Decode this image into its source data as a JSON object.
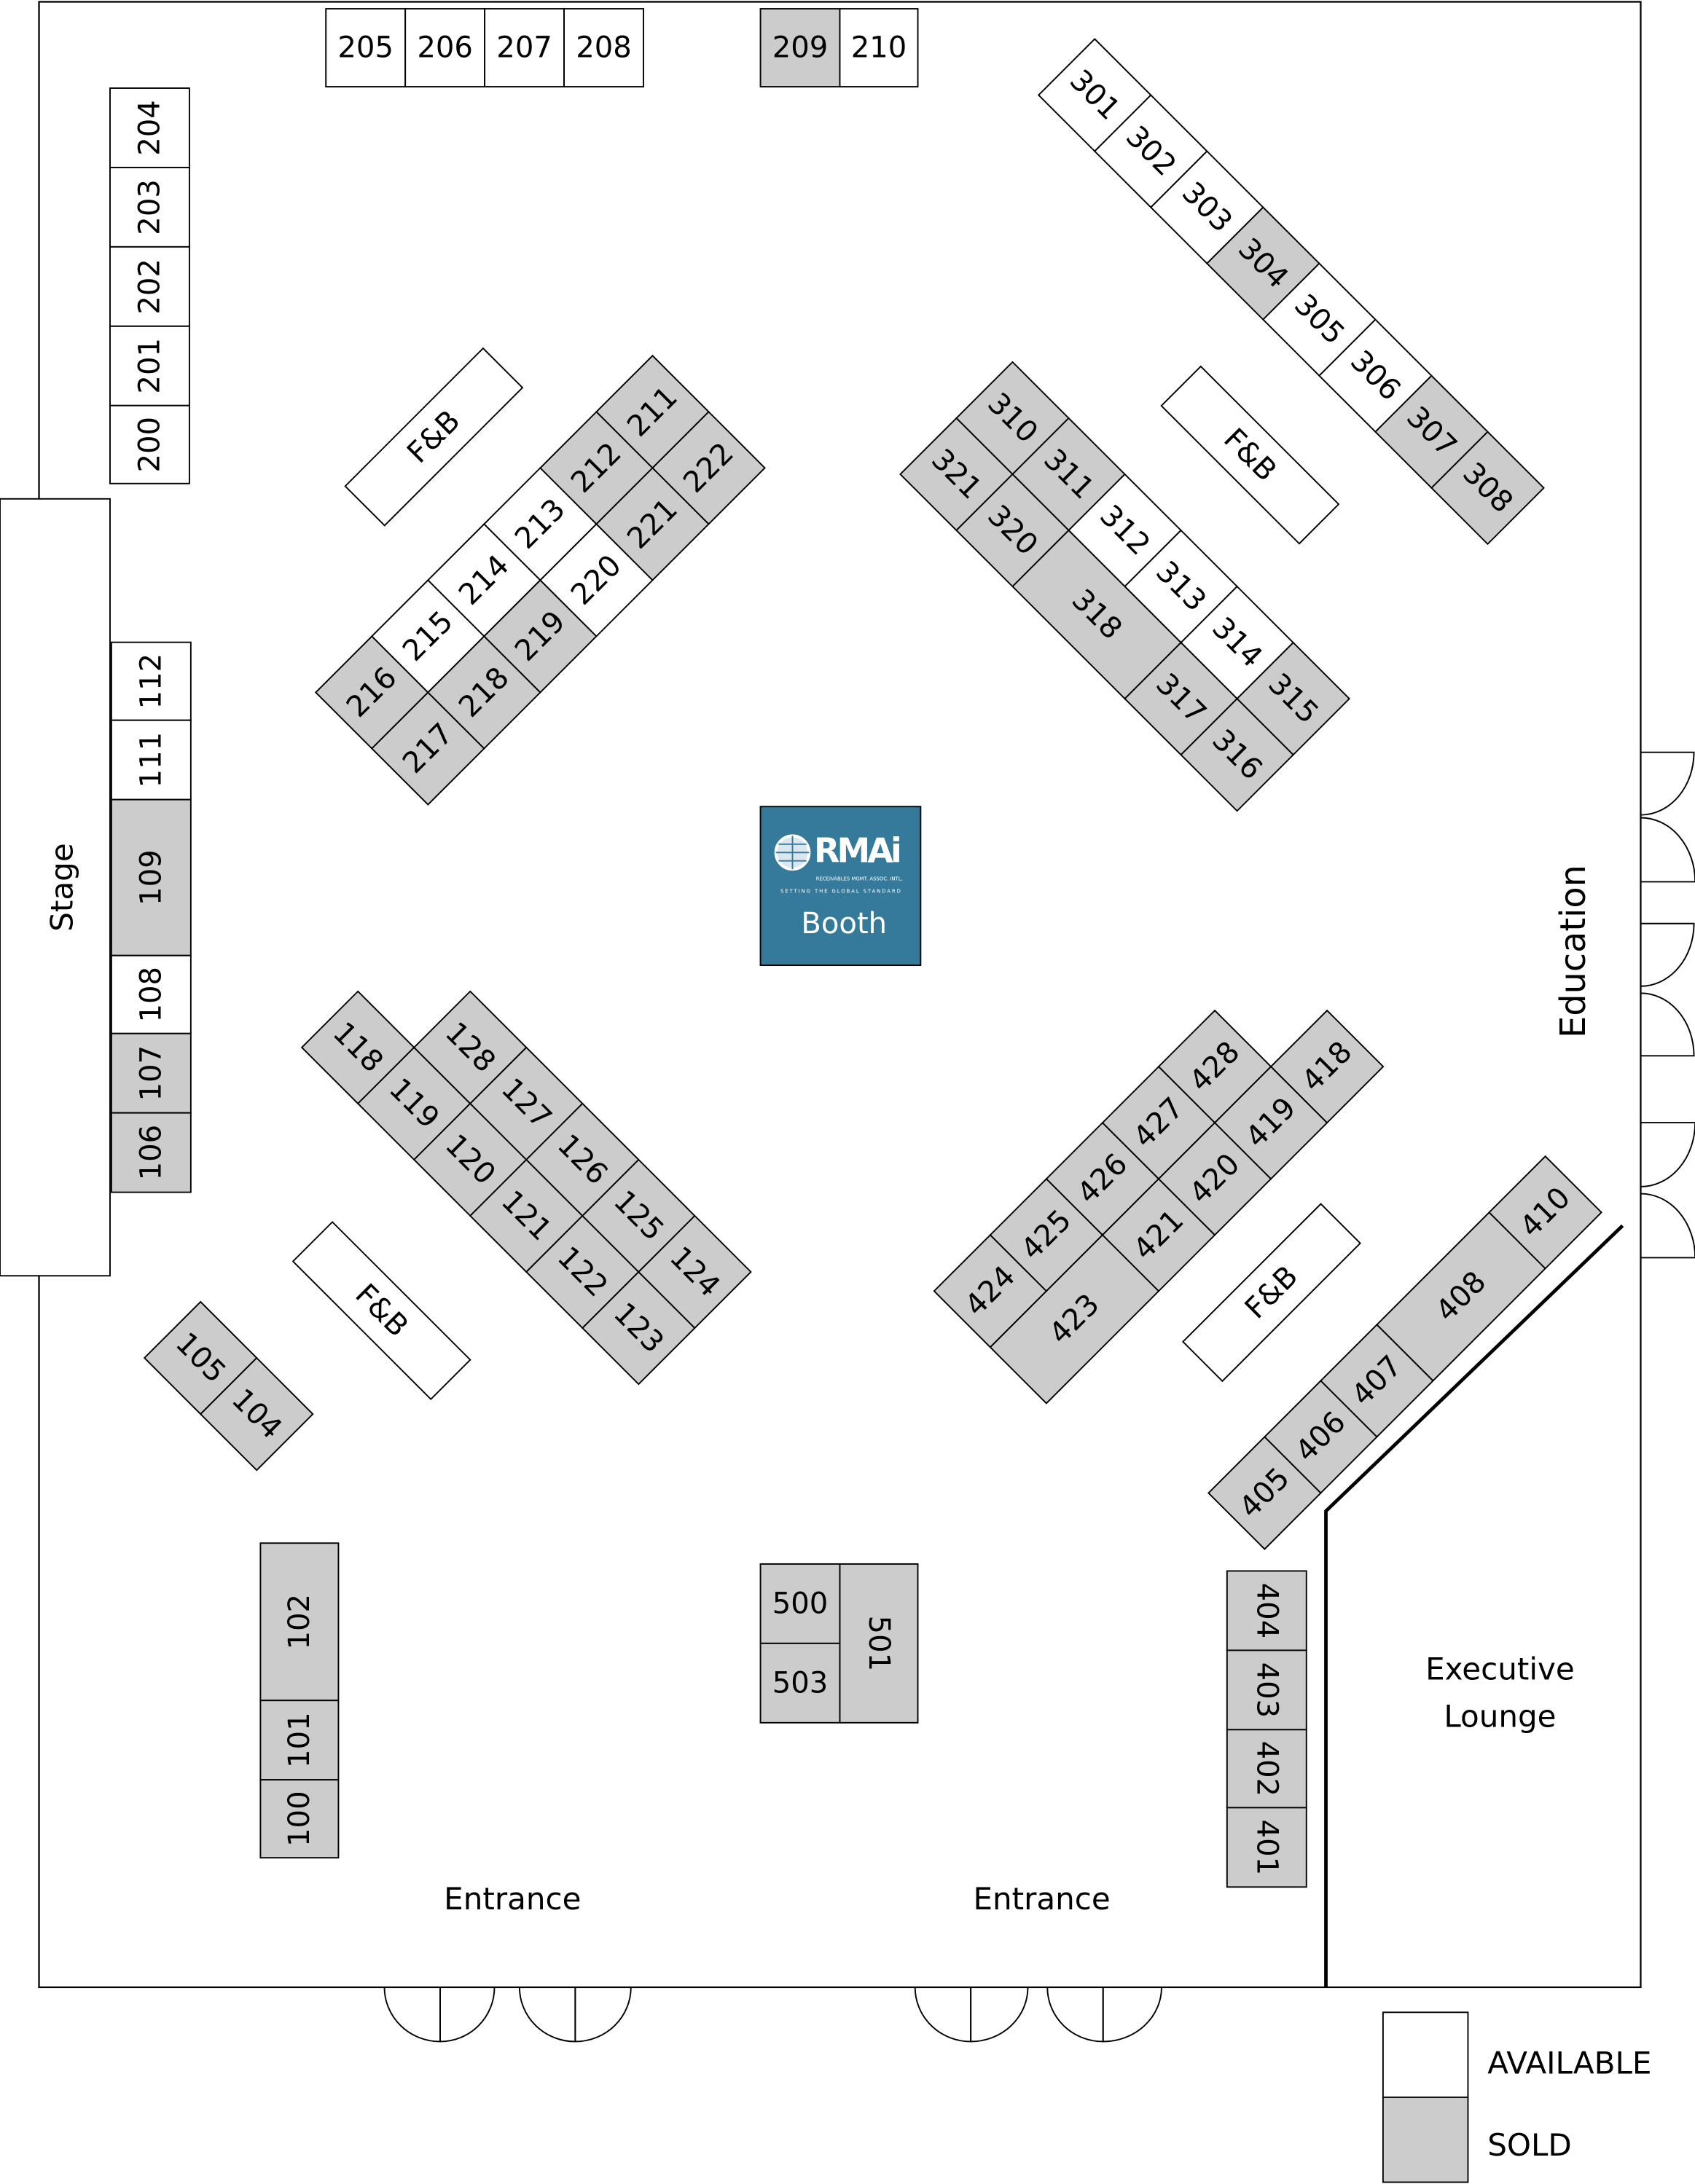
{
  "labels": {
    "stage": "Stage",
    "education": "Education",
    "executive_lounge_line1": "Executive",
    "executive_lounge_line2": "Lounge",
    "entrance_left": "Entrance",
    "entrance_right": "Entrance",
    "fb": "F&B",
    "rmai_logo_text": "RMAi",
    "rmai_logo_sub1": "RECEIVABLES MGMT. ASSOC. INTL.",
    "rmai_logo_sub2": "SETTING THE GLOBAL STANDARD",
    "rmai_booth": "Booth"
  },
  "legend": {
    "available": "AVAILABLE",
    "sold": "SOLD"
  },
  "colors": {
    "available": "#ffffff",
    "sold": "#cccccc",
    "rmai": "#357a9a"
  },
  "booths": [
    {
      "id": "205",
      "status": "available"
    },
    {
      "id": "206",
      "status": "available"
    },
    {
      "id": "207",
      "status": "available"
    },
    {
      "id": "208",
      "status": "available"
    },
    {
      "id": "209",
      "status": "sold"
    },
    {
      "id": "210",
      "status": "available"
    },
    {
      "id": "204",
      "status": "available"
    },
    {
      "id": "203",
      "status": "available"
    },
    {
      "id": "202",
      "status": "available"
    },
    {
      "id": "201",
      "status": "available"
    },
    {
      "id": "200",
      "status": "available"
    },
    {
      "id": "112",
      "status": "available"
    },
    {
      "id": "111",
      "status": "available"
    },
    {
      "id": "109",
      "status": "sold"
    },
    {
      "id": "108",
      "status": "available"
    },
    {
      "id": "107",
      "status": "sold"
    },
    {
      "id": "106",
      "status": "sold"
    },
    {
      "id": "102",
      "status": "sold"
    },
    {
      "id": "101",
      "status": "sold"
    },
    {
      "id": "100",
      "status": "sold"
    },
    {
      "id": "500",
      "status": "sold"
    },
    {
      "id": "503",
      "status": "sold"
    },
    {
      "id": "501",
      "status": "sold"
    },
    {
      "id": "404",
      "status": "sold"
    },
    {
      "id": "403",
      "status": "sold"
    },
    {
      "id": "402",
      "status": "sold"
    },
    {
      "id": "401",
      "status": "sold"
    },
    {
      "id": "301",
      "status": "available"
    },
    {
      "id": "302",
      "status": "available"
    },
    {
      "id": "303",
      "status": "available"
    },
    {
      "id": "304",
      "status": "sold"
    },
    {
      "id": "305",
      "status": "available"
    },
    {
      "id": "306",
      "status": "available"
    },
    {
      "id": "307",
      "status": "sold"
    },
    {
      "id": "308",
      "status": "sold"
    },
    {
      "id": "216",
      "status": "sold"
    },
    {
      "id": "215",
      "status": "available"
    },
    {
      "id": "214",
      "status": "available"
    },
    {
      "id": "213",
      "status": "available"
    },
    {
      "id": "212",
      "status": "sold"
    },
    {
      "id": "211",
      "status": "sold"
    },
    {
      "id": "217",
      "status": "sold"
    },
    {
      "id": "218",
      "status": "sold"
    },
    {
      "id": "219",
      "status": "sold"
    },
    {
      "id": "220",
      "status": "available"
    },
    {
      "id": "221",
      "status": "sold"
    },
    {
      "id": "222",
      "status": "sold"
    },
    {
      "id": "310",
      "status": "sold"
    },
    {
      "id": "311",
      "status": "sold"
    },
    {
      "id": "312",
      "status": "available"
    },
    {
      "id": "313",
      "status": "available"
    },
    {
      "id": "314",
      "status": "available"
    },
    {
      "id": "315",
      "status": "sold"
    },
    {
      "id": "321",
      "status": "sold"
    },
    {
      "id": "320",
      "status": "sold"
    },
    {
      "id": "318",
      "status": "sold"
    },
    {
      "id": "317",
      "status": "sold"
    },
    {
      "id": "316",
      "status": "sold"
    },
    {
      "id": "118",
      "status": "sold"
    },
    {
      "id": "119",
      "status": "sold"
    },
    {
      "id": "120",
      "status": "sold"
    },
    {
      "id": "121",
      "status": "sold"
    },
    {
      "id": "122",
      "status": "sold"
    },
    {
      "id": "123",
      "status": "sold"
    },
    {
      "id": "128",
      "status": "sold"
    },
    {
      "id": "127",
      "status": "sold"
    },
    {
      "id": "126",
      "status": "sold"
    },
    {
      "id": "125",
      "status": "sold"
    },
    {
      "id": "124",
      "status": "sold"
    },
    {
      "id": "105",
      "status": "sold"
    },
    {
      "id": "104",
      "status": "sold"
    },
    {
      "id": "424",
      "status": "sold"
    },
    {
      "id": "425",
      "status": "sold"
    },
    {
      "id": "426",
      "status": "sold"
    },
    {
      "id": "427",
      "status": "sold"
    },
    {
      "id": "428",
      "status": "sold"
    },
    {
      "id": "423",
      "status": "sold"
    },
    {
      "id": "421",
      "status": "sold"
    },
    {
      "id": "420",
      "status": "sold"
    },
    {
      "id": "419",
      "status": "sold"
    },
    {
      "id": "418",
      "status": "sold"
    },
    {
      "id": "405",
      "status": "sold"
    },
    {
      "id": "406",
      "status": "sold"
    },
    {
      "id": "407",
      "status": "sold"
    },
    {
      "id": "408",
      "status": "sold"
    },
    {
      "id": "410",
      "status": "sold"
    }
  ]
}
